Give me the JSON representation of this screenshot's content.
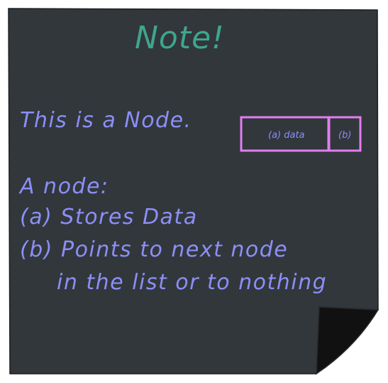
{
  "note": {
    "title": "Note!",
    "intro": "This is a Node.",
    "node_box": {
      "data_label": "(a) data",
      "pointer_label": "(b)"
    },
    "lines": [
      "A node:",
      "(a) Stores Data",
      "(b) Points to next node",
      "in the list or to nothing"
    ]
  },
  "colors": {
    "note_background": "#32373c",
    "note_border": "#1e1e1e",
    "title": "#3fa68a",
    "text": "#8c8ff6",
    "node_box_stroke": "#e17ef0",
    "node_box_fill": "#32373c",
    "page_curl": "#111111"
  }
}
